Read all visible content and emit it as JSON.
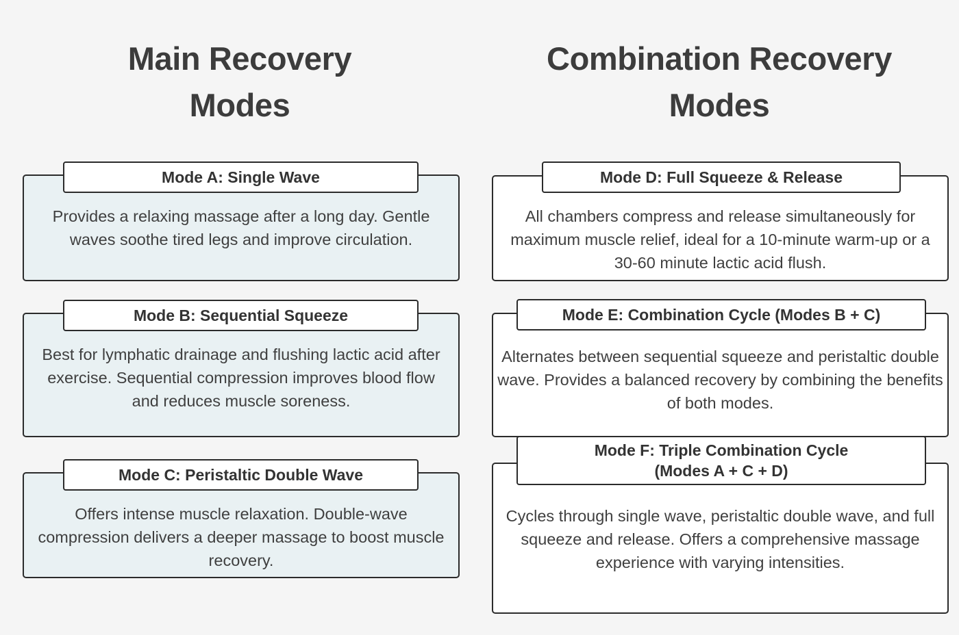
{
  "page": {
    "background_color": "#f5f5f5",
    "tinted_card_color": "#e9f1f3",
    "border_color": "#2b2b2b",
    "heading_color": "#3c3c3c",
    "body_text_color": "#3f3f3f"
  },
  "columns": [
    {
      "heading": "Main Recovery Modes",
      "cards": [
        {
          "title": "Mode A: Single Wave",
          "description": "Provides a relaxing massage after a long day. Gentle waves soothe tired legs and improve circulation."
        },
        {
          "title": "Mode B: Sequential Squeeze",
          "description": "Best for lymphatic drainage and flushing lactic acid after exercise. Sequential compression improves blood flow and reduces muscle soreness."
        },
        {
          "title": "Mode C: Peristaltic Double Wave",
          "description": "Offers intense muscle relaxation. Double-wave compression delivers a deeper massage to boost muscle recovery."
        }
      ]
    },
    {
      "heading": "Combination Recovery Modes",
      "cards": [
        {
          "title": "Mode D: Full Squeeze & Release",
          "description": "All chambers compress and release simultaneously for maximum muscle relief, ideal for a 10-minute warm-up or a 30-60 minute lactic acid flush."
        },
        {
          "title": "Mode E: Combination Cycle (Modes B + C)",
          "description": "Alternates between sequential squeeze and peristaltic double wave. Provides a balanced recovery by combining the benefits of both modes."
        },
        {
          "title": "Mode F: Triple Combination Cycle (Modes A + C + D)",
          "description": "Cycles through single wave, peristaltic double wave, and full squeeze and release. Offers a comprehensive massage experience with varying intensities."
        }
      ]
    }
  ]
}
